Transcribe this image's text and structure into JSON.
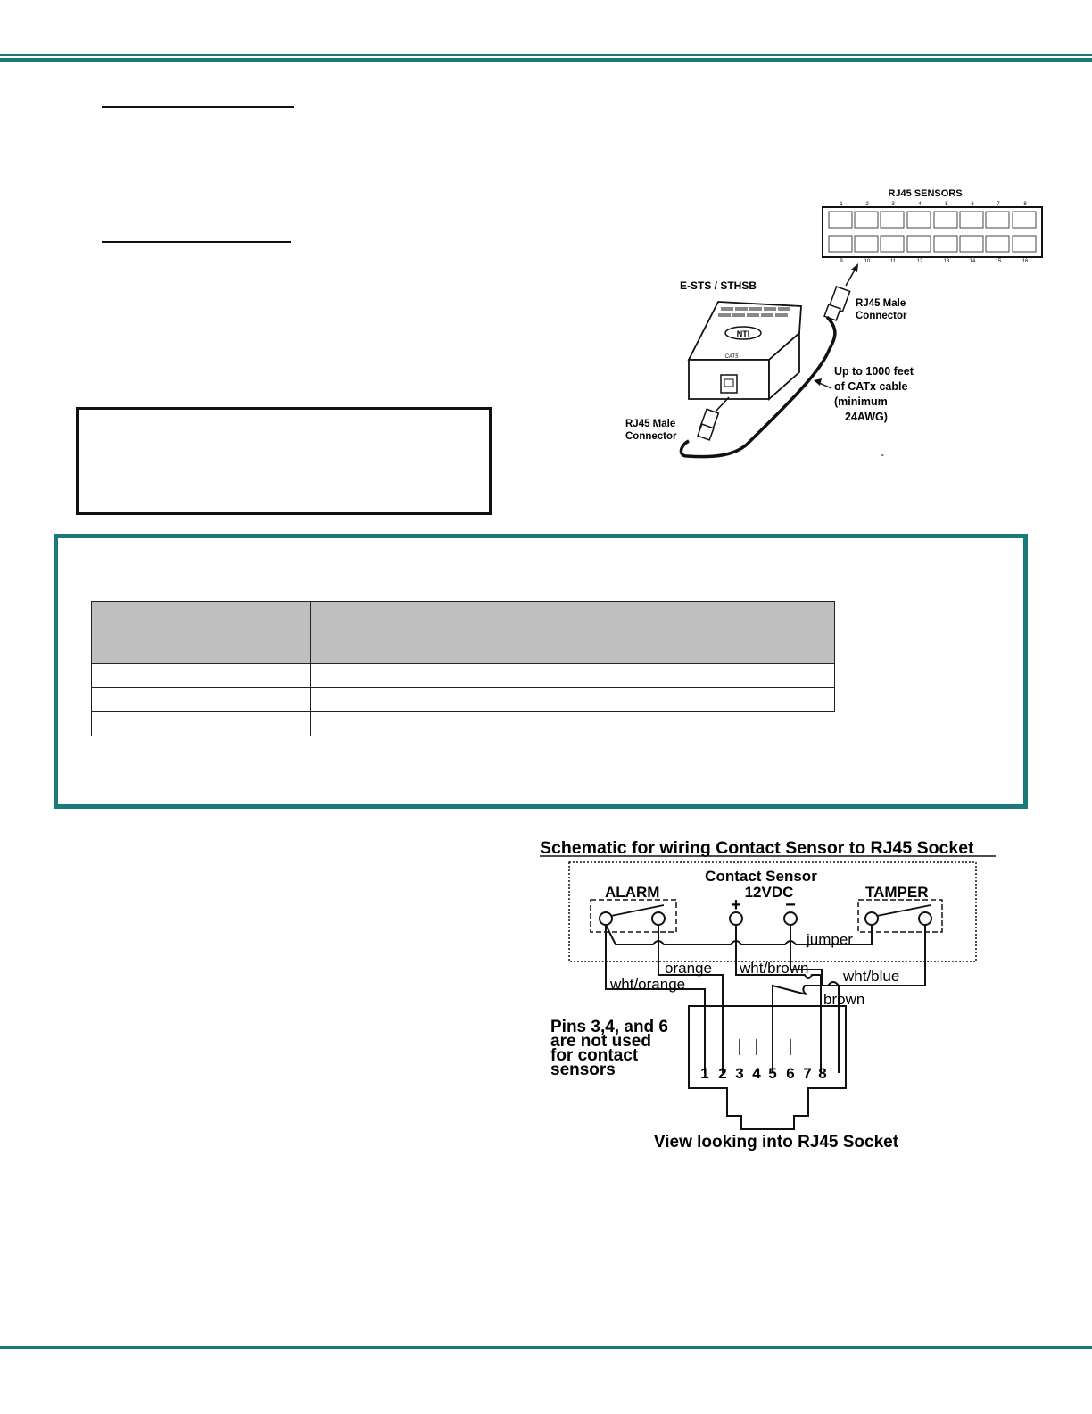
{
  "diagram_top": {
    "panel_title": "RJ45 SENSORS",
    "top_port_numbers": [
      "1",
      "2",
      "3",
      "4",
      "5",
      "6",
      "7",
      "8"
    ],
    "bottom_port_numbers": [
      "9",
      "10",
      "11",
      "12",
      "13",
      "14",
      "15",
      "16"
    ],
    "sensor_label": "E-STS / STHSB",
    "sensor_logo": "NTI",
    "sensor_model": "CAT5",
    "connector_right": [
      "RJ45 Male",
      "Connector"
    ],
    "connector_left": [
      "RJ45 Male",
      "Connector"
    ],
    "cable_note": [
      "Up to 1000 feet",
      "of CATx cable",
      "(minimum",
      "24AWG)"
    ],
    "dash": "-"
  },
  "schematic": {
    "title": "Schematic for wiring Contact Sensor to RJ45 Socket",
    "sensor_title": "Contact Sensor",
    "voltage": "12VDC",
    "alarm": "ALARM",
    "tamper": "TAMPER",
    "plus": "+",
    "minus": "−",
    "jumper": "jumper",
    "orange": "orange",
    "wht_orange": "wht/orange",
    "wht_brown": "wht/brown",
    "wht_blue": "wht/blue",
    "brown": "brown",
    "pins_note": [
      "Pins 3,4, and 6",
      "are not used",
      "for contact",
      "sensors"
    ],
    "pin_numbers": [
      "1",
      "2",
      "3",
      "4",
      "5",
      "6",
      "7",
      "8"
    ],
    "caption": "View looking into RJ45 Socket"
  },
  "colors": {
    "accent": "#1a7a78",
    "table_header": "#bfbfbf"
  }
}
